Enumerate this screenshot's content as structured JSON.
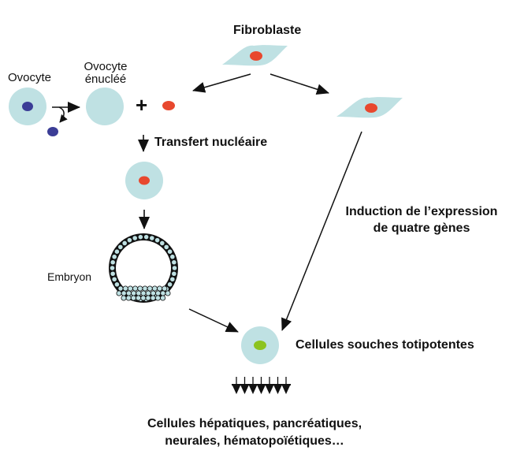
{
  "colors": {
    "cytoplasm": "#bfe1e3",
    "oocyte_nucleus": "#3b3d96",
    "somatic_nucleus": "#e8482e",
    "stem_nucleus": "#8cc31f",
    "ink": "#111111"
  },
  "labels": {
    "fibroblaste": "Fibroblaste",
    "ovocyte": "Ovocyte",
    "ovocyte_enuclee_line1": "Ovocyte",
    "ovocyte_enuclee_line2": "énucléé",
    "plus": "+",
    "transfert": "Transfert nucléaire",
    "embryon": "Embryon",
    "induction_line1": "Induction de l’expression",
    "induction_line2": "de quatre gènes",
    "cellules_souches": "Cellules souches totipotentes",
    "differenciation_line1": "Cellules hépatiques, pancréatiques,",
    "differenciation_line2": "neurales, hématopoïétiques…"
  },
  "icons": {
    "fibroblast": "fibroblast-cell-icon",
    "oocyte": "oocyte-cell-icon",
    "embryo": "blastocyst-icon",
    "stem_cell": "stem-cell-icon",
    "differentiation": "multi-arrow-icon"
  }
}
